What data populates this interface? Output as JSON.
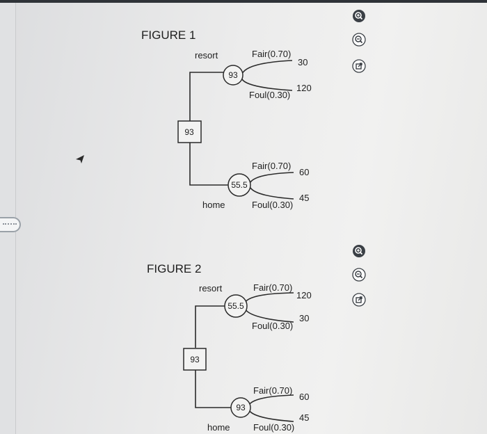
{
  "figure1": {
    "title": "FIGURE 1",
    "decision_value": "93",
    "top_branch": {
      "label": "resort",
      "chance_value": "93",
      "fair": {
        "label": "Fair(0.70)",
        "payoff": "30"
      },
      "foul": {
        "label": "Foul(0.30)",
        "payoff": "120"
      }
    },
    "bottom_branch": {
      "label": "home",
      "chance_value": "55.5",
      "fair": {
        "label": "Fair(0.70)",
        "payoff": "60"
      },
      "foul": {
        "label": "Foul(0.30)",
        "payoff": "45"
      }
    }
  },
  "figure2": {
    "title": "FIGURE 2",
    "decision_value": "93",
    "top_branch": {
      "label": "resort",
      "chance_value": "55.5",
      "fair": {
        "label": "Fair(0.70)",
        "payoff": "120"
      },
      "foul": {
        "label": "Foul(0.30)",
        "payoff": "30"
      }
    },
    "bottom_branch": {
      "label": "home",
      "chance_value": "93",
      "fair": {
        "label": "Fair(0.70)",
        "payoff": "60"
      },
      "foul": {
        "label": "Foul(0.30)",
        "payoff": "45"
      }
    }
  },
  "toolbar_icons": [
    "zoom-in-icon",
    "zoom-out-icon",
    "open-external-icon"
  ],
  "colors": {
    "accent": "#3a3f45",
    "line": "#2a2a2a",
    "background": "#ececec"
  }
}
